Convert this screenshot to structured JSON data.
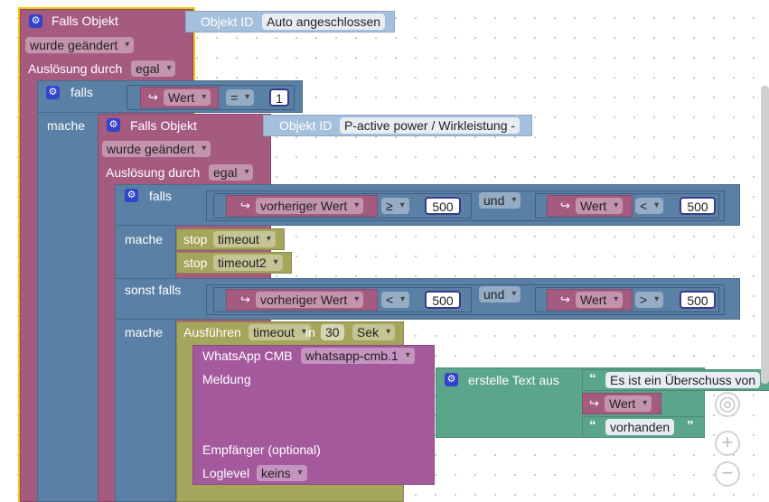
{
  "outer_trigger": {
    "title": "Falls Objekt",
    "object_id_label": "Objekt ID",
    "object_id_value": "Auto angeschlossen",
    "changed_value": "wurde geändert",
    "trigger_label": "Auslösung durch",
    "trigger_value": "egal"
  },
  "outer_if": {
    "if_label": "falls",
    "do_label": "mache",
    "var_value": "Wert",
    "op_value": "=",
    "number": "1"
  },
  "inner_trigger": {
    "title": "Falls Objekt",
    "object_id_label": "Objekt ID",
    "object_id_value": "P-active power / Wirkleistung -",
    "changed_value": "wurde geändert",
    "trigger_label": "Auslösung durch",
    "trigger_value": "egal"
  },
  "cond1": {
    "if_label": "falls",
    "left_var": "vorheriger Wert",
    "left_op": "≥",
    "left_num": "500",
    "logic": "und",
    "right_var": "Wert",
    "right_op": "<",
    "right_num": "500"
  },
  "stops": {
    "do_label": "mache",
    "stop_label": "stop",
    "timer1": "timeout",
    "timer2": "timeout2"
  },
  "cond2": {
    "elseif_label": "sonst falls",
    "left_var": "vorheriger Wert",
    "left_op": "<",
    "left_num": "500",
    "logic": "und",
    "right_var": "Wert",
    "right_op": ">",
    "right_num": "500"
  },
  "exec": {
    "do_label": "mache",
    "run_label": "Ausführen",
    "timer": "timeout",
    "in_label": "in",
    "delay": "30",
    "unit": "Sek"
  },
  "whatsapp": {
    "title": "WhatsApp CMB",
    "instance": "whatsapp-cmb.1",
    "message_label": "Meldung",
    "recipient_label": "Empfänger (optional)",
    "loglevel_label": "Loglevel",
    "loglevel_value": "keins"
  },
  "text_block": {
    "label": "erstelle Text aus",
    "text1": "Es ist ein Überschuss von",
    "var": "Wert",
    "text2": "vorhanden"
  },
  "icons": {
    "gear": "⚙",
    "arrow": "↪",
    "quote_open": "“",
    "quote_close": "”",
    "zoom_in": "+",
    "zoom_out": "−",
    "recenter": "◎"
  },
  "colors": {
    "trigger": "#a55b80",
    "logic": "#5b80a5",
    "timer": "#a5a55b",
    "text": "#5ba58c",
    "whatsapp": "#a5599d",
    "selected_outline": "#f5c400"
  }
}
